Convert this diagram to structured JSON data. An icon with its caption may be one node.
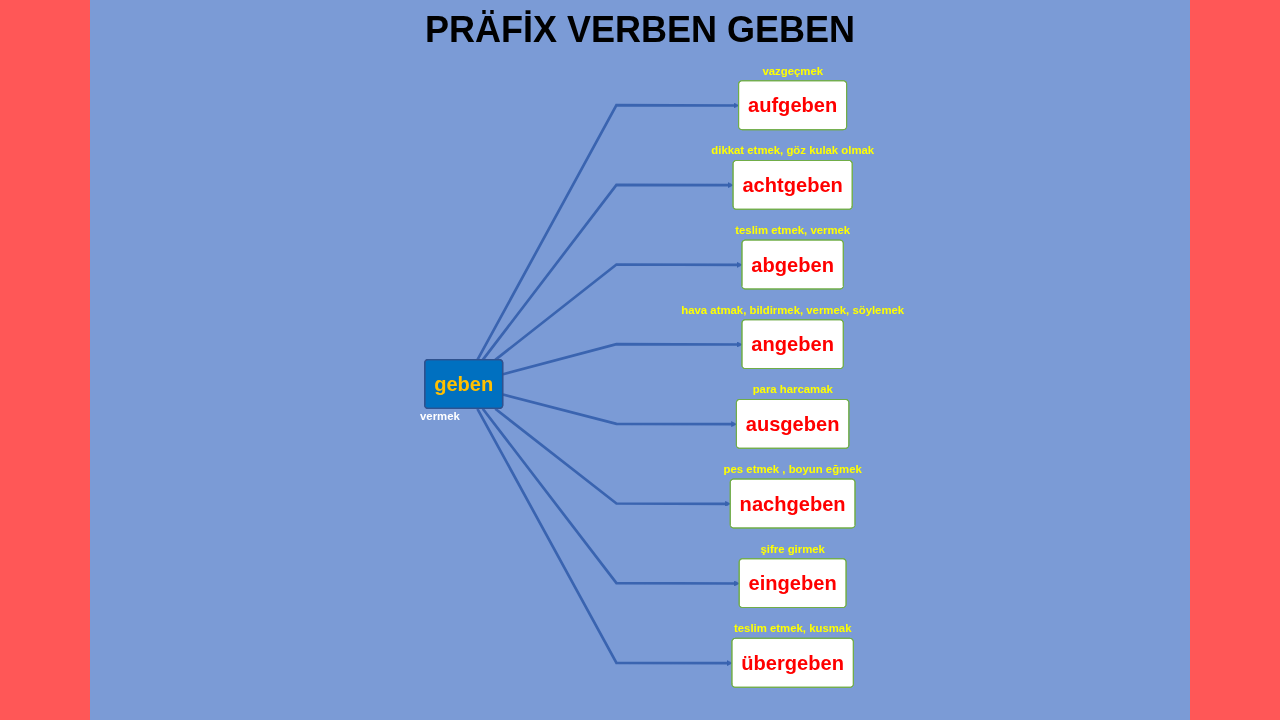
{
  "diagram": {
    "title": "PRÄFİX VERBEN GEBEN",
    "nodes": [
      {
        "text": [
          "geben"
        ],
        "beside": [
          "vermek"
        ]
      },
      {
        "text": [
          "aufgeben"
        ],
        "beside": [
          "vazgeçmek"
        ]
      },
      {
        "text": [
          "achtgeben"
        ],
        "beside": [
          "dikkat etmek, göz kulak olmak"
        ]
      },
      {
        "text": [
          "abgeben"
        ],
        "beside": [
          "teslim etmek, vermek"
        ]
      },
      {
        "text": [
          "angeben"
        ],
        "beside": [
          "hava atmak, bildirmek, vermek, söylemek"
        ]
      },
      {
        "text": [
          "ausgeben"
        ],
        "beside": [
          "para harcamak"
        ]
      },
      {
        "text": [
          "nachgeben"
        ],
        "beside": [
          "pes etmek , boyun eğmek"
        ]
      },
      {
        "text": [
          "eingeben"
        ],
        "beside": [
          "şifre girmek"
        ]
      },
      {
        "text": [
          "übergeben"
        ],
        "beside": [
          "teslim etmek, kusmak"
        ]
      }
    ],
    "edges": [
      {
        "from": 0,
        "to": 1,
        "arrow": "to"
      },
      {
        "from": 0,
        "to": 2,
        "arrow": "to"
      },
      {
        "from": 0,
        "to": 3,
        "arrow": "to"
      },
      {
        "from": 0,
        "to": 4,
        "arrow": "to"
      },
      {
        "from": 0,
        "to": 5,
        "arrow": "to"
      },
      {
        "from": 0,
        "to": 6,
        "arrow": "to"
      },
      {
        "from": 0,
        "to": 7,
        "arrow": "to"
      },
      {
        "from": 0,
        "to": 8,
        "arrow": "to"
      }
    ]
  }
}
